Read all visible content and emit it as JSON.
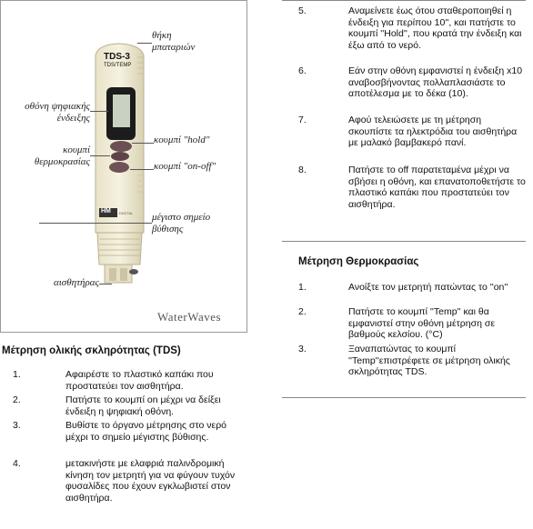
{
  "figure": {
    "device_model": "TDS-3",
    "device_sub": "TDS/TEMP",
    "device_logo": "HM",
    "device_logo_sub": "DIGITAL",
    "brand": "WaterWaves",
    "callouts": {
      "battery_cover": "θήκη\nμπαταριών",
      "digital_display": "οθόνη ψηφιακής\nένδειξης",
      "temp_button": "κουμπί\nθερμοκρασίας",
      "hold_button": "κουμπί \"hold\"",
      "onoff_button": "κουμπί \"on-off\"",
      "max_immersion": "μέγιστο σημείο\nβύθισης",
      "sensor": "αισθητήρας"
    }
  },
  "tds_section": {
    "title": "Μέτρηση ολικής σκληρότητας (TDS)",
    "steps": [
      {
        "num": "1.",
        "text": "Αφαιρέστε το πλαστικό καπάκι που προστατεύει τον αισθητήρα."
      },
      {
        "num": "2.",
        "text": "Πατήστε το κουμπί on μέχρι να δείξει ένδειξη η ψηφιακή οθόνη."
      },
      {
        "num": "3.",
        "text": "Βυθίστε το όργανο μέτρησης στο νερό μέχρι το σημείο μέγιστης βύθισης."
      },
      {
        "num": "4.",
        "text": "μετακινήστε με ελαφριά παλινδρομική κίνηση τον μετρητή για να φύγουν τυχόν φυσαλίδες που έχουν εγκλωβιστεί στον αισθητήρα."
      }
    ]
  },
  "continued_steps": [
    {
      "num": "5.",
      "text": "Αναμείνετε έως ότου σταθεροποιηθεί η ένδειξη για περίπου 10'', και πατήστε το κουμπί ''Hold'', που κρατά την ένδειξη και έξω από το νερό."
    },
    {
      "num": "6.",
      "text": "Εάν στην οθόνη εμφανιστεί η ένδειξη x10 αναβοσβήνοντας πολλαπλασιάστε το αποτέλεσμα με το δέκα (10)."
    },
    {
      "num": "7.",
      "text": "Αφού τελειώσετε με τη μέτρηση σκουπίστε τα ηλεκτρόδια του αισθητήρα με μαλακό βαμβακερό πανί."
    },
    {
      "num": "8.",
      "text": "Πατήστε το off παρατεταμένα μέχρι να σβήσει η οθόνη, και επανατοποθετήστε το πλαστικό καπάκι που προστατεύει τον αισθητήρα."
    }
  ],
  "temp_section": {
    "title": "Μέτρηση Θερμοκρασίας",
    "steps": [
      {
        "num": "1.",
        "text": "Ανοίξτε τον μετρητή πατώντας το ''on''"
      },
      {
        "num": "2.",
        "text": " Πατήστε το κουμπί ''Temp'' και θα εμφανιστεί στην οθόνη μέτρηση σε βαθμούς κελσίου. (°C)"
      },
      {
        "num": "3.",
        "text": "Ξαναπατώντας το κουμπί ''Temp''επιστρέφετε σε μέτρηση ολικής σκληρότητας TDS."
      }
    ]
  }
}
